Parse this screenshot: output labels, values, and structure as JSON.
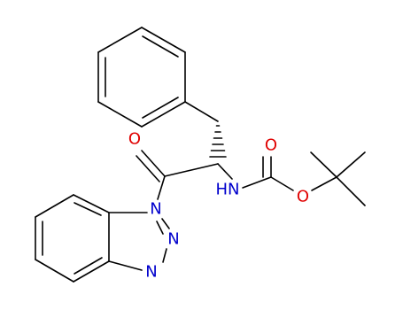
{
  "molecule": {
    "atoms": {
      "o_carbonyl_left": {
        "symbol": "O",
        "color": "#e00000"
      },
      "n_benzotriazole": {
        "symbol": "N",
        "color": "#0000cc"
      },
      "n_triazole_2": {
        "symbol": "N",
        "color": "#0000cc"
      },
      "n_triazole_3": {
        "symbol": "N",
        "color": "#0000cc"
      },
      "nh_amide": {
        "symbol": "HN",
        "color": "#0000cc"
      },
      "o_carbonyl_right": {
        "symbol": "O",
        "color": "#e00000"
      },
      "o_ester": {
        "symbol": "O",
        "color": "#e00000"
      }
    },
    "bond_color": "#000000"
  }
}
